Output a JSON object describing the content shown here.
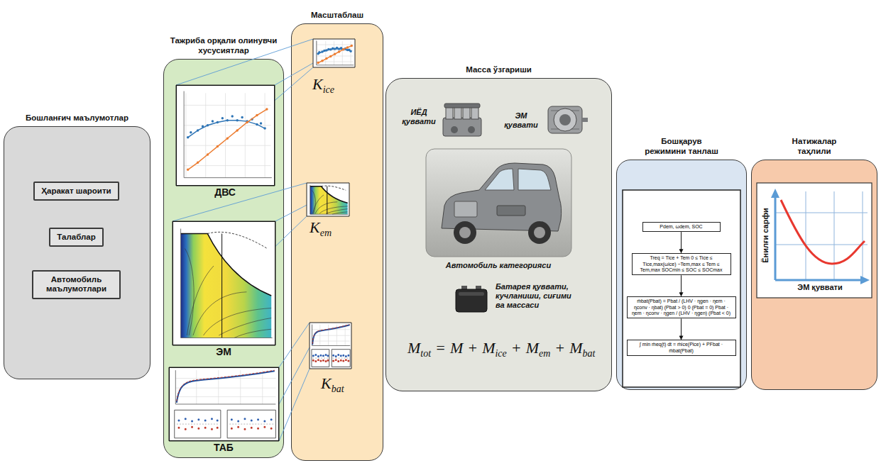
{
  "diagram": {
    "nodes": [
      {
        "text": [
          "Бошланғич маълумотлар"
        ]
      },
      {
        "text": [
          "Ҳаракат шароити"
        ],
        "in": 0
      },
      {
        "text": [
          "Талаблар"
        ],
        "in": 0
      },
      {
        "text": [
          "Автомобиль маълумотлари"
        ],
        "in": 0
      },
      {
        "text": [
          "Тажриба орқали олинувчи хусусиятлар"
        ]
      },
      {
        "text": [
          "ДВС"
        ],
        "in": 4
      },
      {
        "text": [
          "ЭМ"
        ],
        "in": 4
      },
      {
        "text": [
          "ТАБ"
        ],
        "in": 4
      },
      {
        "text": [
          "Масштаблаш"
        ]
      },
      {
        "text": [
          "Масса ўзгариши"
        ]
      },
      {
        "text": [
          "Бошқарув режимини танлаш"
        ]
      },
      {
        "text": [
          "Pdem, ωdem, SOC"
        ],
        "in": 10
      },
      {
        "text": [
          "Treq = Tice + Tem 0 ≤ Tice ≤ Tice,max(ωice) −Tem,max ≤ Tem ≤ Tem,max SOCmin ≤ SOC ≤ SOCmax"
        ],
        "in": 10
      },
      {
        "text": [
          "ṁbat(Pbat) = Pbat / (LHV · ηgen · ηem · ηconv · ηbat) (Pbat > 0) 0 (Pbat = 0) Pbat · ηem · ηconv · ηgen / (LHV · ηgen) (Pbat < 0)"
        ],
        "in": 10
      },
      {
        "text": [
          "∫ min ṁeq(t) dt = ṁice(Pice) + PFbat · ṁbat(Pbat)"
        ],
        "in": 10
      },
      {
        "text": [
          "Натижалар таҳлили"
        ]
      }
    ],
    "edges": [
      {
        "from": 11,
        "to": 12,
        "arrow": "to"
      },
      {
        "from": 12,
        "to": 13,
        "arrow": "to"
      },
      {
        "from": 13,
        "to": 14,
        "arrow": "to"
      }
    ],
    "labels": [
      "K",
      "ice",
      "K",
      "em",
      "K",
      "bat",
      "ИЁД қуввати",
      "ЭМ қуввати",
      "Автомобиль категорияси",
      "Батарея қуввати, кучланиши, сиғими ва массаси",
      "M",
      "tot",
      "=",
      "M",
      "+",
      "M",
      "ice",
      "+",
      "M",
      "em",
      "+",
      "M",
      "bat",
      "Ёнилғи сарфи",
      "ЭМ қуввати"
    ]
  }
}
